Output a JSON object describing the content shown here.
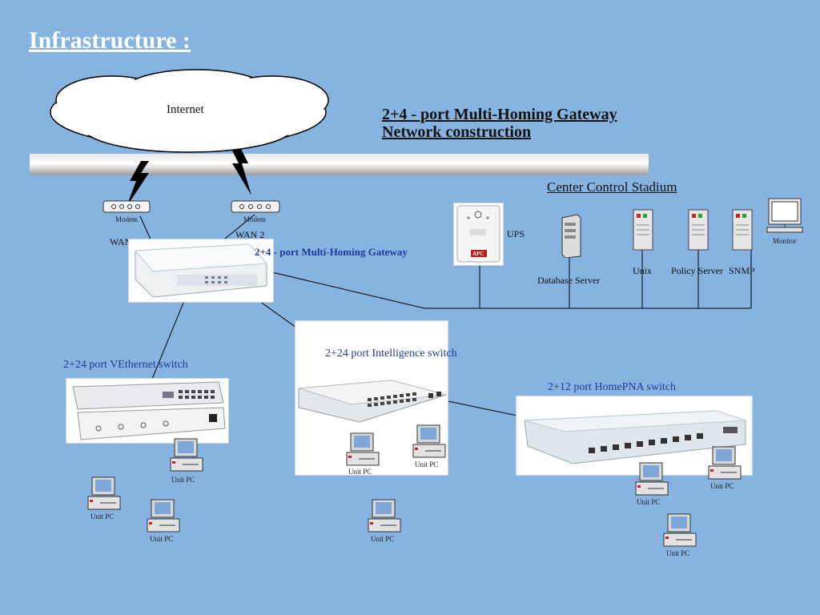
{
  "slide_title": "Infrastructure :",
  "diagram_title_line1": "2+4 - port Multi-Homing Gateway",
  "diagram_title_line2": "Network construction",
  "internet_label": "Internet",
  "modem_label_1": "Modem",
  "modem_label_2": "Modem",
  "wan1_label": "WAN 1",
  "wan2_label": "WAN 2",
  "gateway_label": "2+4 - port Multi-Homing Gateway",
  "center_label": "Center Control Stadium",
  "ups_label": "UPS",
  "db_label": "Database Server",
  "unix_label": "Unix",
  "policy_label": "Policy  Server",
  "snmp_label": "SNMP",
  "monitor_label": "Monitor",
  "ve_switch_label": "2+24 port VEthernet switch",
  "int_switch_label": "2+24 port Intelligence switch",
  "hpna_switch_label": "2+12 port HomePNA switch",
  "unit_pc_label": "Unit PC",
  "apc_brand": "APC"
}
